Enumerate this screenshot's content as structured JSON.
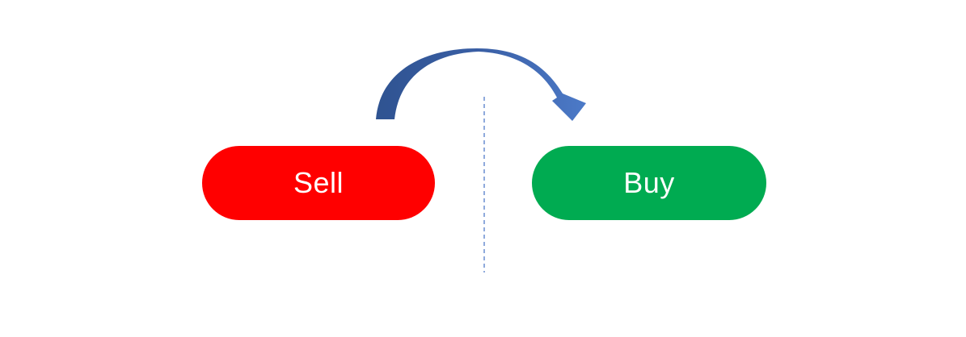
{
  "page": {
    "background": "#ffffff"
  },
  "diagram": {
    "sell_button": {
      "label": "Sell",
      "fill": "#ff0000",
      "text_color": "#ffffff"
    },
    "buy_button": {
      "label": "Buy",
      "fill": "#00ab51",
      "text_color": "#ffffff"
    },
    "arrow": {
      "name": "sell-to-buy-curved-arrow",
      "gradient_start": "#2f5391",
      "gradient_mid": "#3a5fa5",
      "gradient_end": "#4c7ac8"
    },
    "divider": {
      "style": "dashed",
      "color": "#8faadc"
    }
  }
}
